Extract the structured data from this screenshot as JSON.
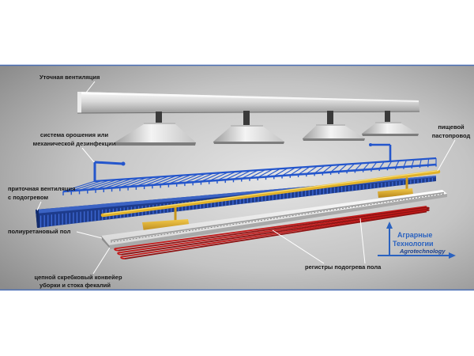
{
  "labels": {
    "exhaust_ventilation": "Уточная вентиляция",
    "sprinkler_system": [
      "система орошения или",
      "механической дезинфекции"
    ],
    "feed_pipeline": [
      "пищевой",
      "пастопровод"
    ],
    "supply_ventilation": [
      "приточная вентиляция",
      "с подогревом"
    ],
    "polyurethane_floor": "полиуретановый пол",
    "scraper_conveyor": [
      "цепной скребковый конвейер",
      "уборки и стока фекалий"
    ],
    "floor_heating": "регистры подогрева пола"
  },
  "logo": {
    "line1": "Аграрные",
    "line2": "Технологии",
    "line3": "Agrotechnology"
  },
  "colors": {
    "panel_border": "#4a6fb5",
    "sprinkler": "#2456cc",
    "supply_duct": "#1d3b8c",
    "supply_fin": "#3f6ad6",
    "feed_pipe": "#e2b22a",
    "heating": "#c21a1a",
    "heating_dark": "#8e1212",
    "leader_line": "#ffffff",
    "logo": "#2a62c0"
  }
}
